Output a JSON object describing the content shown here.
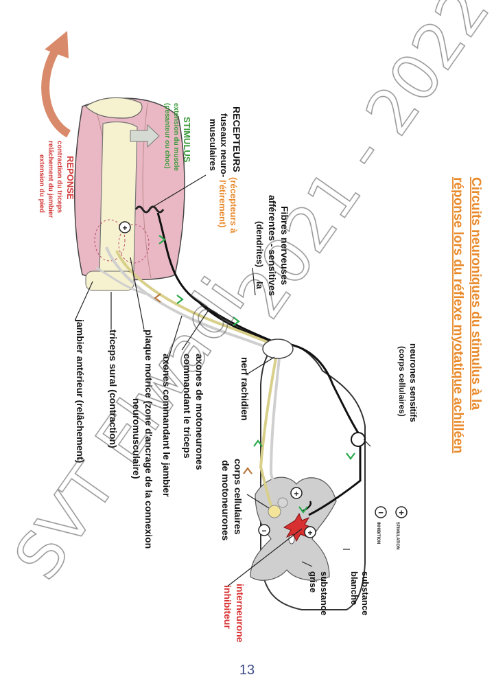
{
  "title": {
    "line1": "Circuits neuroniques du stimulus à la",
    "line2": "réponse lors du réflexe myotatique achilléen"
  },
  "legend": {
    "plus_symbol": "+",
    "plus_label": "STIMULATION",
    "minus_symbol": "−",
    "minus_label": "INHIBITION"
  },
  "labels": {
    "neurones_sensitifs": "neurones sensitifs",
    "corps_cellulaires_paren": "(corps cellulaires)",
    "substance_blanche_1": "substance",
    "substance_blanche_2": "blanche",
    "substance_grise_1": "substance",
    "substance_grise_2": "grise",
    "interneurone_1": "interneurone",
    "interneurone_2": "inhibiteur",
    "corps_motoneurones_1": "corps cellulaires",
    "corps_motoneurones_2": "de motoneurones",
    "nerf_rachidien": "nerf rachidien",
    "fibres_1": "Fibres nerveuses",
    "fibres_2": "afférentes - sensitives",
    "fibres_3": "(dendrites)",
    "fibres_ia": "Ia",
    "recepteurs_title": "RECEPTEURS",
    "recepteurs_orange_1": "(récepteurs à",
    "recepteurs_orange_2": "l'étirement)",
    "recepteurs_fuseaux_1": "fuseaux neuro-",
    "recepteurs_fuseaux_2": "musculaires",
    "stimulus_title": "STIMULUS",
    "stimulus_1": "extension du muscle",
    "stimulus_2": "(pesanteur ou choc)",
    "reponse_title": "REPONSE",
    "reponse_1": "contraction du triceps",
    "reponse_2": "relâchement du jambier",
    "reponse_3": "extension du pied",
    "axones_triceps_1": "axones de motoneurones",
    "axones_triceps_2": "commandant le triceps",
    "axones_jambier": "axones commandant le jambier",
    "plaque_1": "plaque motrice (zone d'ancrage de la connexion",
    "plaque_2": "neuromusculaire)",
    "triceps_sural": "triceps sural  (contraction)",
    "jambier_anterieur": "jambier antérieur  (relâchement)"
  },
  "watermark": {
    "year": "2021 - 2022",
    "author": "SVT Elwadi"
  },
  "page_number": "13",
  "colors": {
    "title_orange": "#e8892a",
    "stimulus_green": "#3a9a3a",
    "reponse_red": "#d33b3b",
    "interneurone_red": "#d83030",
    "muscle_pink": "#e9b8c4",
    "bone": "#f6f1cf",
    "gray_matter": "#cfcfcf",
    "motor_axon": "#d8cf8a",
    "arrow_green": "#2aa84a",
    "arrow_brown": "#b7753a",
    "page_number": "#3b4a86"
  }
}
